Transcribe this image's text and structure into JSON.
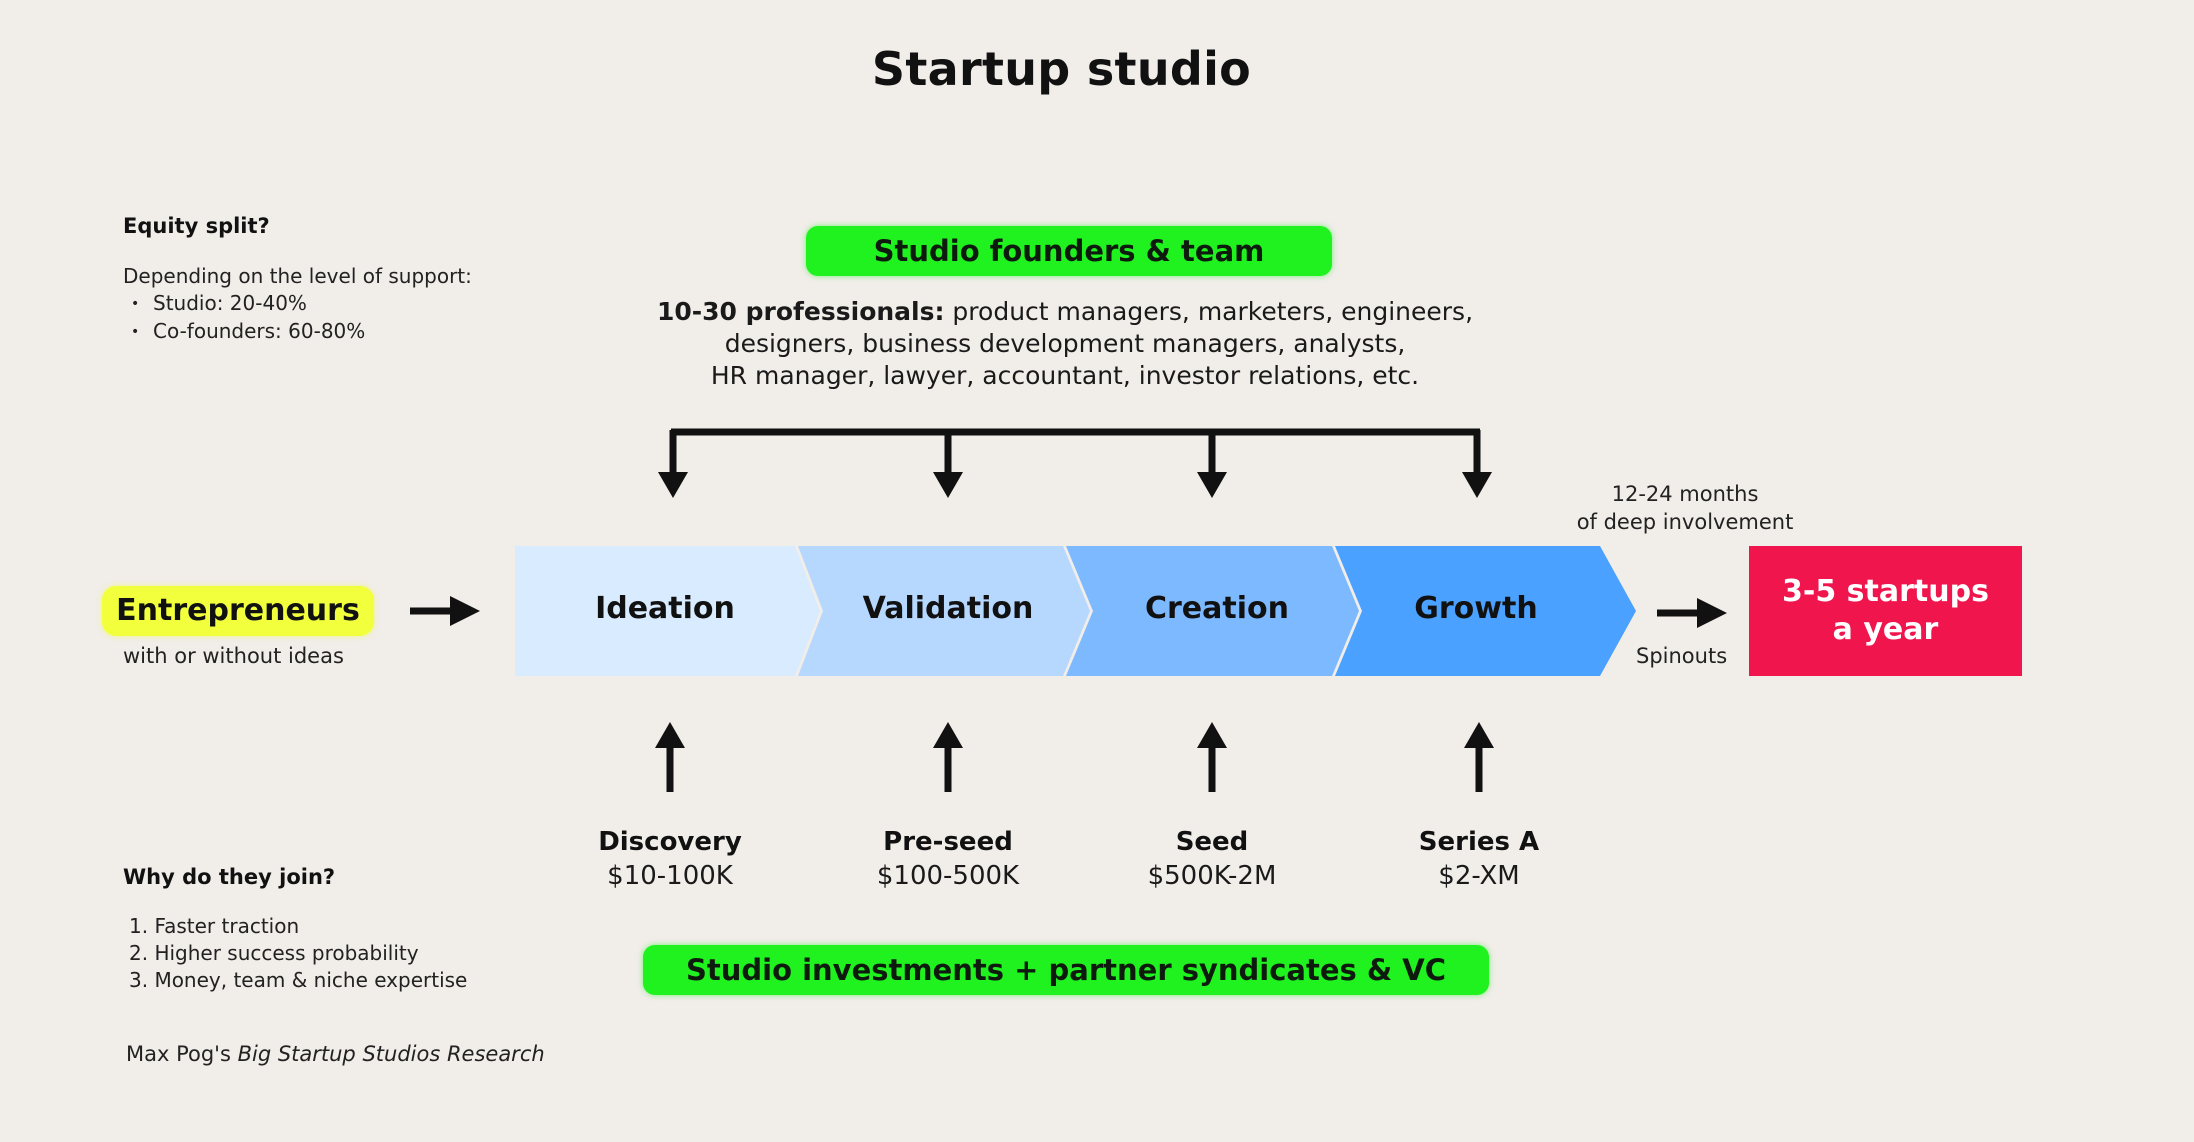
{
  "title": "Startup studio",
  "equity": {
    "heading": "Equity split?",
    "intro": "Depending on the level of support:",
    "items": [
      "Studio: 20-40%",
      "Co-founders: 60-80%"
    ]
  },
  "team": {
    "label": "Studio founders & team",
    "lead": "10-30 professionals:",
    "line1_rest": " product managers, marketers, engineers,",
    "line2": "designers, business development managers, analysts,",
    "line3": "HR manager, lawyer, accountant, investor relations, etc."
  },
  "entrepreneurs": {
    "label": "Entrepreneurs",
    "sub": "with or without ideas"
  },
  "stages": [
    {
      "label": "Ideation",
      "color": "#d9ebff"
    },
    {
      "label": "Validation",
      "color": "#b6d8ff"
    },
    {
      "label": "Creation",
      "color": "#7db9ff"
    },
    {
      "label": "Growth",
      "color": "#4aa1ff"
    }
  ],
  "involvement": {
    "line1": "12-24 months",
    "line2": "of deep involvement"
  },
  "spinouts": "Spinouts",
  "output": {
    "line1": "3-5 startups",
    "line2": "a year",
    "color": "#f0164d"
  },
  "rounds": [
    {
      "name": "Discovery",
      "amount": "$10-100K"
    },
    {
      "name": "Pre-seed",
      "amount": "$100-500K"
    },
    {
      "name": "Seed",
      "amount": "$500K-2M"
    },
    {
      "name": "Series A",
      "amount": "$2-XM"
    }
  ],
  "why": {
    "heading": "Why do they join?",
    "items": [
      "1. Faster traction",
      "2. Higher success probability",
      "3. Money, team & niche expertise"
    ]
  },
  "investments": {
    "label": "Studio investments + partner syndicates & VC"
  },
  "source": {
    "prefix": "Max Pog's ",
    "title": "Big Startup Studios Research"
  },
  "colors": {
    "background": "#f1ede9",
    "green": "#1ff21f",
    "yellow": "#f1ff3c",
    "arrow": "#111111"
  }
}
